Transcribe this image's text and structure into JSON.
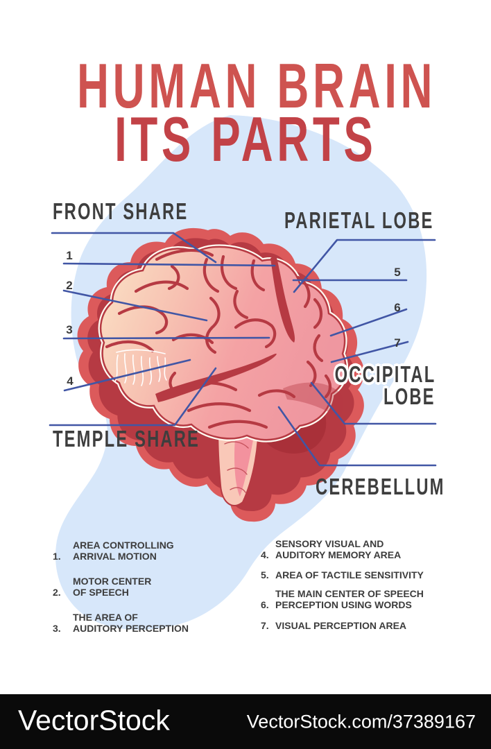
{
  "poster": {
    "title_line1": "HUMAN BRAIN",
    "title_line2": "ITS PARTS",
    "labels": {
      "front": "FRONT SHARE",
      "parietal": "PARIETAL LOBE",
      "occipital_line1": "OCCIPITAL",
      "occipital_line2": "LOBE",
      "temple": "TEMPLE SHARE",
      "cerebellum": "CEREBELLUM"
    },
    "pointers": {
      "p1": "1",
      "p2": "2",
      "p3": "3",
      "p4": "4",
      "p5": "5",
      "p6": "6",
      "p7": "7"
    },
    "legend_left": [
      {
        "num": "1.",
        "lines": [
          "AREA CONTROLLING",
          "ARRIVAL MOTION"
        ]
      },
      {
        "num": "2.",
        "lines": [
          "MOTOR CENTER",
          "OF SPEECH"
        ]
      },
      {
        "num": "3.",
        "lines": [
          "THE AREA OF",
          "AUDITORY PERCEPTION"
        ]
      }
    ],
    "legend_right": [
      {
        "num": "4.",
        "lines": [
          "SENSORY VISUAL AND",
          "AUDITORY MEMORY AREA"
        ]
      },
      {
        "num": "5.",
        "lines": [
          "AREA OF TACTILE SENSITIVITY"
        ]
      },
      {
        "num": "6.",
        "lines": [
          "THE MAIN CENTER OF SPEECH",
          "PERCEPTION USING WORDS"
        ]
      },
      {
        "num": "7.",
        "lines": [
          "VISUAL PERCEPTION AREA"
        ]
      }
    ],
    "colors": {
      "title_red": "#CE5350",
      "label_gray": "#3E3E3E",
      "leader_blue": "#4156A5",
      "background_blob_blue": "#D7E7FA",
      "brain_outer_red": "#DC5A5B",
      "brain_dark_red": "#B63A43",
      "cortex_pink": "#F4A2A4",
      "cortex_cream": "#FBE3C6",
      "footer_bg": "#0A0A0A"
    }
  },
  "footer": {
    "brand": "VectorStock",
    "url": "VectorStock.com/37389167"
  }
}
